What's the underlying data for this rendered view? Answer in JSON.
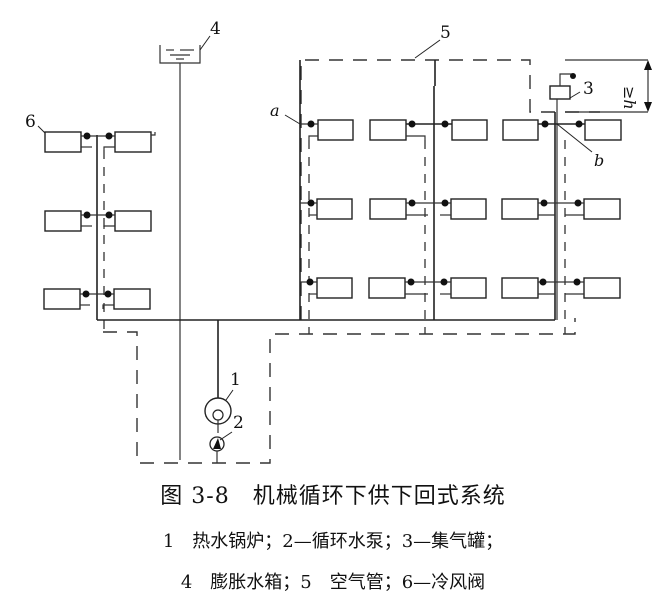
{
  "diagram": {
    "labels": {
      "boiler": "1",
      "pump": "2",
      "air_collector": "3",
      "expansion_tank": "4",
      "air_pipe": "5",
      "air_vent_valve": "6",
      "point_a": "a",
      "point_b": "b",
      "height_dim": "≥h"
    }
  },
  "caption": {
    "title": "图 3-8　机械循环下供下回式系统",
    "legend_line1": "1　热水锅炉；2—循环水泵；3—集气罐；",
    "legend_line2": "4　膨胀水箱；5　空气管；6—冷风阀"
  }
}
